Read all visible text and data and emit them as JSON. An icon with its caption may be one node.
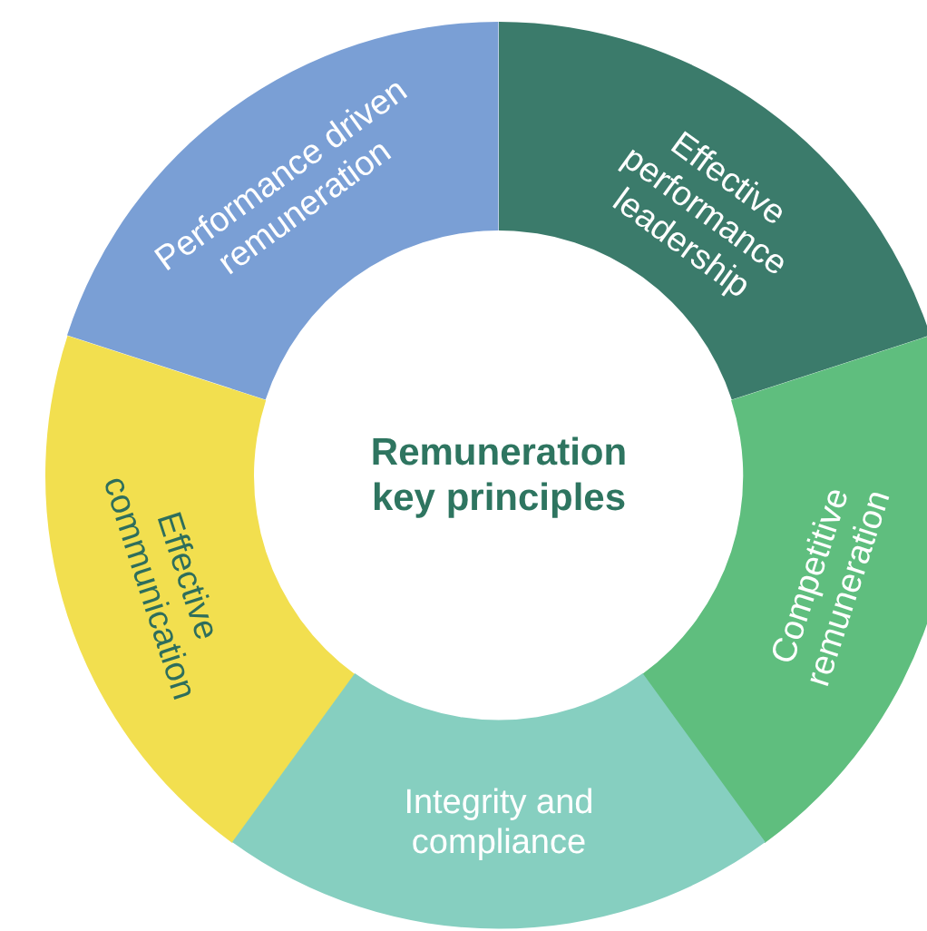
{
  "diagram": {
    "nodes": [
      {
        "text": [
          "Remuneration key principles"
        ]
      },
      {
        "text": [
          "Performance driven remuneration"
        ]
      },
      {
        "text": [
          "Effective performance leadership"
        ]
      },
      {
        "text": [
          "Effective communication"
        ]
      },
      {
        "text": [
          "Competitive remuneration"
        ]
      },
      {
        "text": [
          "Integrity and compliance"
        ]
      }
    ],
    "edges": []
  }
}
